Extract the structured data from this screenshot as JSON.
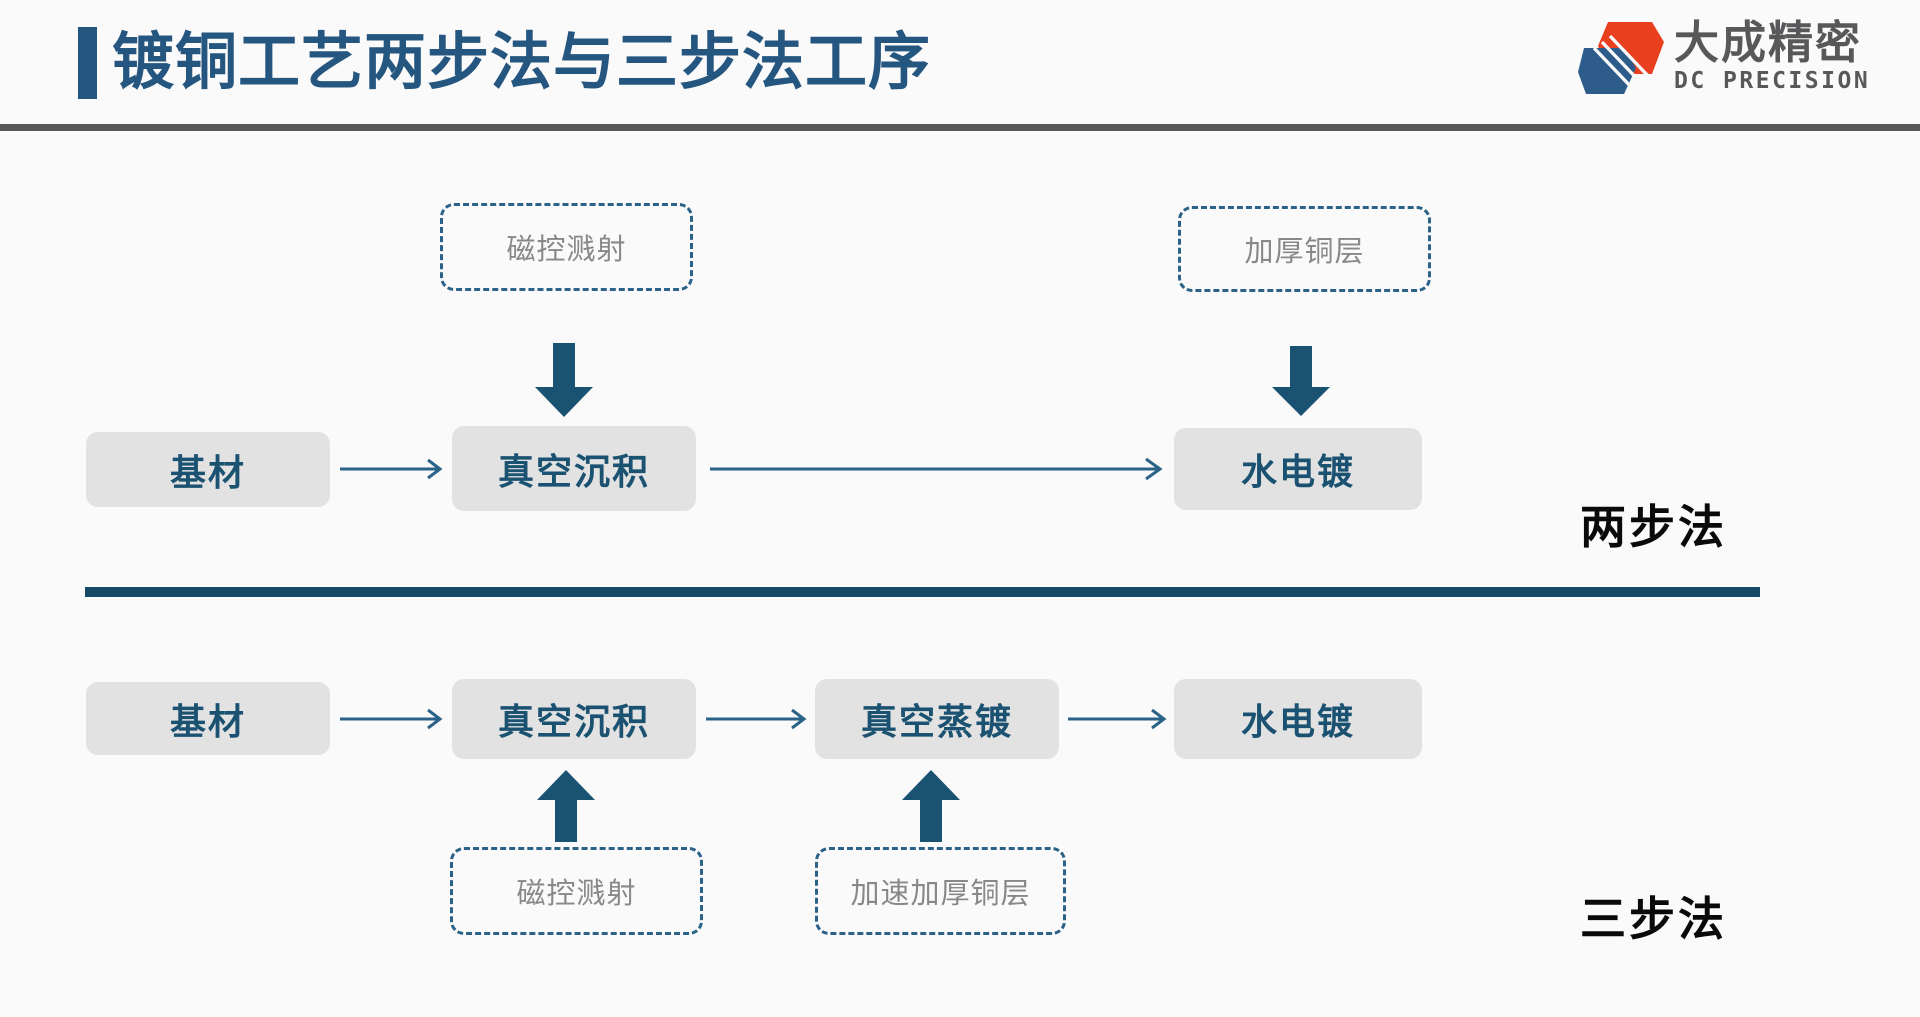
{
  "page": {
    "background_color": "#FAFAFA",
    "title": "镀铜工艺两步法与三步法工序",
    "title_color": "#255680",
    "accent_color": "#255680",
    "header_rule_color": "#58585A",
    "divider_color": "#154B66"
  },
  "logo": {
    "cn_name": "大成精密",
    "en_name": "DC PRECISION",
    "mark_red": "#E8401E",
    "mark_blue": "#2D5C8A",
    "text_color": "#58585A"
  },
  "colors": {
    "node_bg": "#E2E2E2",
    "node_text": "#1B5271",
    "note_border": "#2A6288",
    "note_text": "#888888",
    "arrow_thin": "#2A6288",
    "arrow_block": "#1A5272",
    "label_text": "#0A0A0A"
  },
  "flows": [
    {
      "id": "two-step",
      "label": "两步法",
      "nodes": [
        {
          "id": "substrate",
          "text": "基材"
        },
        {
          "id": "vacuum-deposition",
          "text": "真空沉积"
        },
        {
          "id": "electroplating",
          "text": "水电镀"
        }
      ],
      "notes": [
        {
          "id": "magnetron-sputtering",
          "text": "磁控溅射",
          "target": "vacuum-deposition",
          "direction": "down"
        },
        {
          "id": "thicken-copper",
          "text": "加厚铜层",
          "target": "electroplating",
          "direction": "down"
        }
      ],
      "connections": [
        {
          "from": "substrate",
          "to": "vacuum-deposition"
        },
        {
          "from": "vacuum-deposition",
          "to": "electroplating"
        }
      ]
    },
    {
      "id": "three-step",
      "label": "三步法",
      "nodes": [
        {
          "id": "substrate",
          "text": "基材"
        },
        {
          "id": "vacuum-deposition",
          "text": "真空沉积"
        },
        {
          "id": "vacuum-evaporation",
          "text": "真空蒸镀"
        },
        {
          "id": "electroplating",
          "text": "水电镀"
        }
      ],
      "notes": [
        {
          "id": "magnetron-sputtering",
          "text": "磁控溅射",
          "target": "vacuum-deposition",
          "direction": "up"
        },
        {
          "id": "accelerate-thicken-copper",
          "text": "加速加厚铜层",
          "target": "vacuum-evaporation",
          "direction": "up"
        }
      ],
      "connections": [
        {
          "from": "substrate",
          "to": "vacuum-deposition"
        },
        {
          "from": "vacuum-deposition",
          "to": "vacuum-evaporation"
        },
        {
          "from": "vacuum-evaporation",
          "to": "electroplating"
        }
      ]
    }
  ]
}
